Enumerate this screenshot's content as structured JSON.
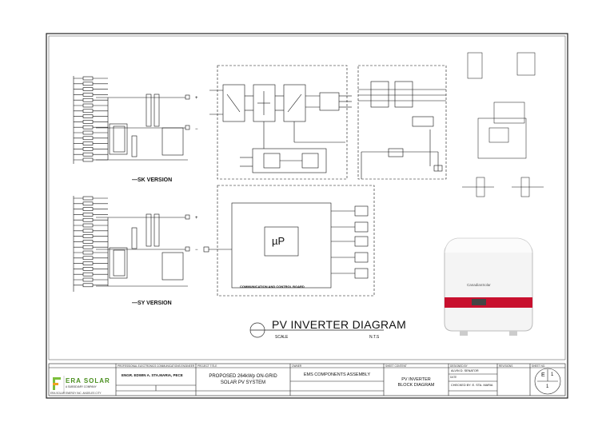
{
  "drawing": {
    "title": "PV INVERTER DIAGRAM",
    "scale_label": "SCALE",
    "scale_value": "N.T.S",
    "subsystem_a": "—SK VERSION",
    "subsystem_b": "—SY VERSION",
    "processor_label": "µP",
    "comm_label": "COMMUNICATION AND CONTROL BOARD"
  },
  "product_photo": {
    "brand": "CanadianSolar"
  },
  "title_block": {
    "company_name": "ERA SOLAR",
    "company_tagline": "A SUBSIDIARY COMPANY",
    "company_address": "ERA SOLAR ENERGY INC. ANGELES CITY",
    "engineer_header": "PROFESSIONAL ELECTRONICS COMMUNICATIONS ENGINEER",
    "engineer_name": "ENGR. EDWIN A. STA.MARIA, PECE",
    "project_header": "PROJECT TITLE",
    "project_title_line1": "PROPOSED 264kWp ON-GRID",
    "project_title_line2": "SOLAR PV SYSTEM",
    "owner_header": "OWNER",
    "owner_value": "EMS COMPONENTS ASSEMBLY",
    "sheet_contents_header": "SHEET CONTENT",
    "sheet_contents_line1": "PV INVERTER",
    "sheet_contents_line2": "BLOCK DIAGRAM",
    "designed_by_header": "DESIGNED BY",
    "designed_by_value": "ALVIN   D. SENATOR",
    "date_header": "DATE",
    "checked_by_value": "CHECKED BY:   E. STA. MARIA",
    "revision_header": "REVISIONS",
    "sheet_no_header": "SHEET NO.",
    "sheet_letter": "E",
    "sheet_number": "1",
    "sheet_total": "1"
  }
}
